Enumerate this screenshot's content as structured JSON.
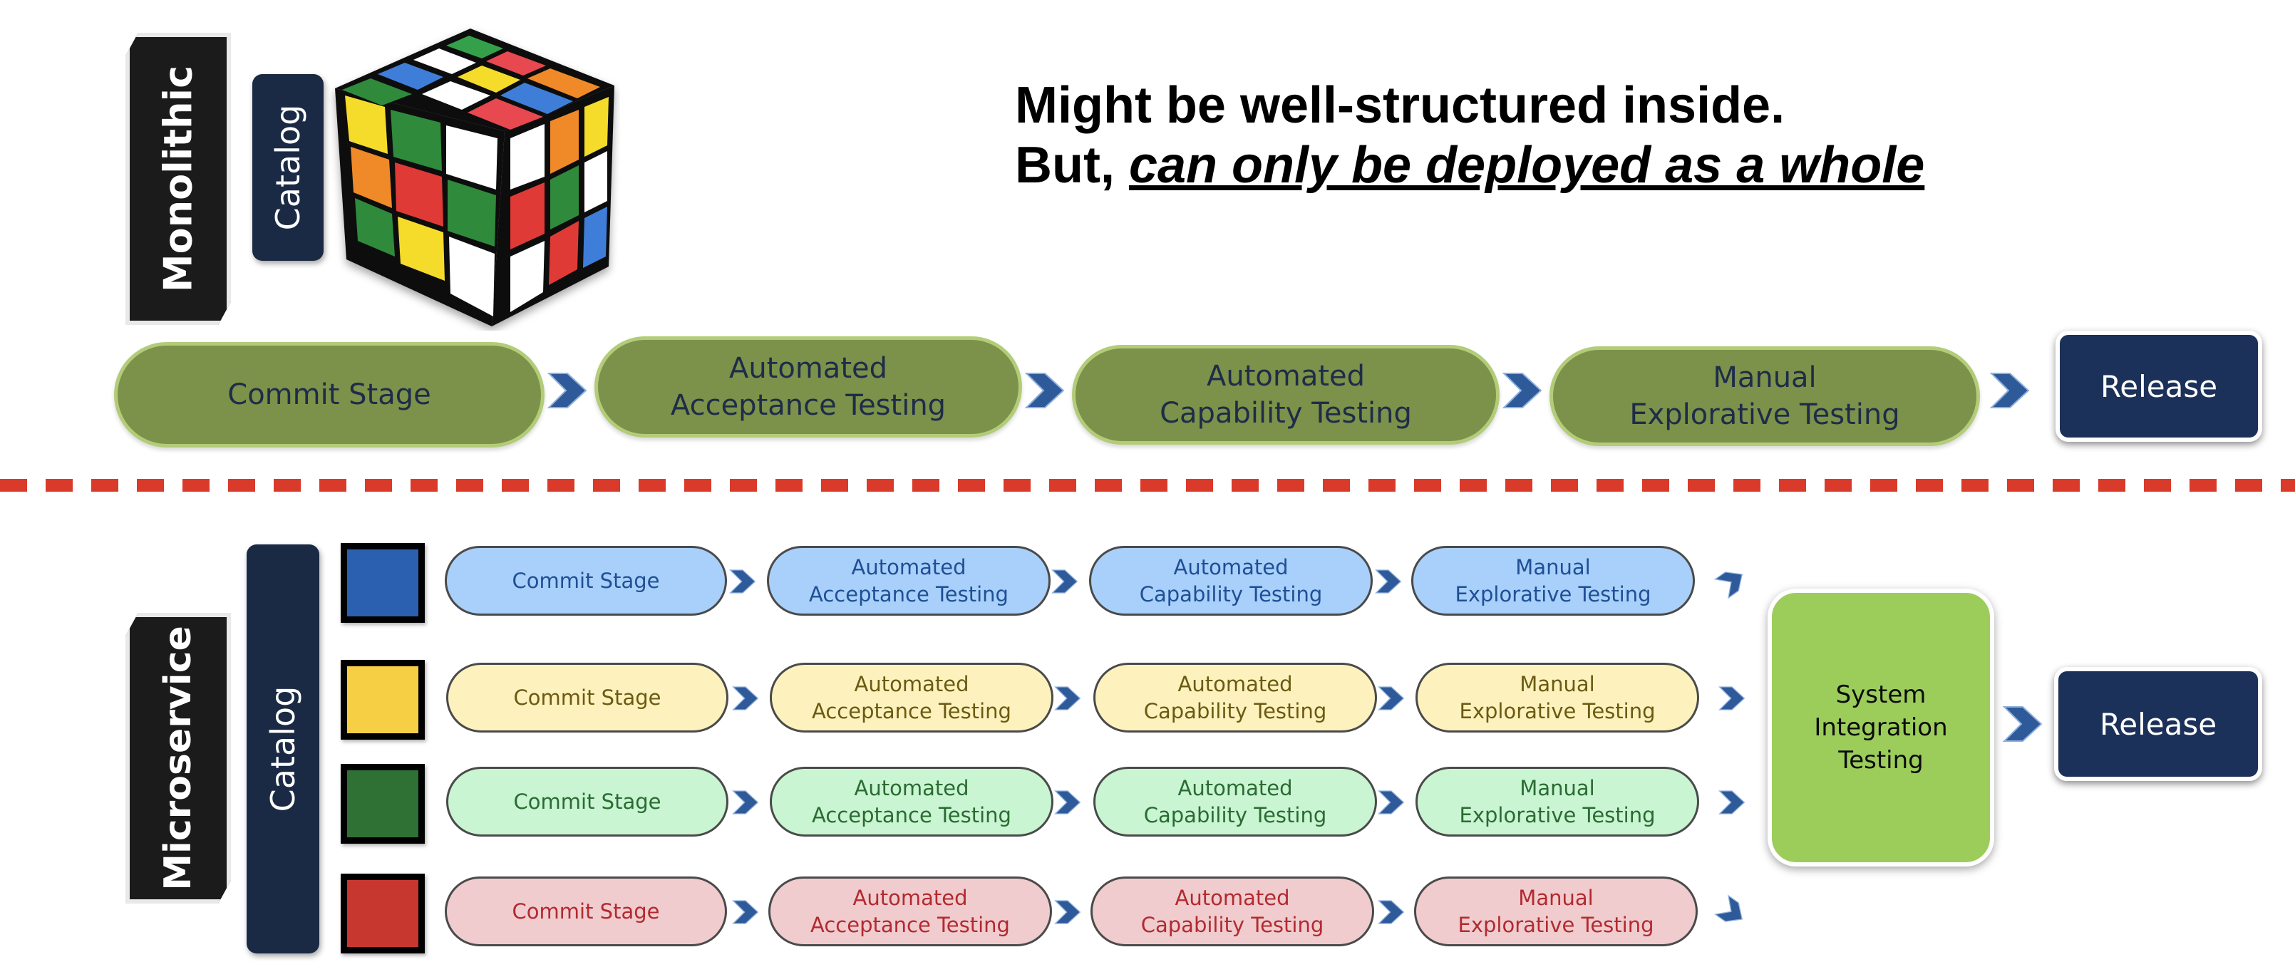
{
  "monolithic": {
    "label": "Monolithic",
    "catalog_label": "Catalog",
    "headline_line1": "Might be well-structured inside.",
    "headline_line2_prefix": "But, ",
    "headline_line2_emphasis": "can only be deployed as a whole",
    "stages": [
      {
        "label": "Commit Stage"
      },
      {
        "label": "Automated\nAcceptance Testing"
      },
      {
        "label": "Automated\nCapability Testing"
      },
      {
        "label": "Manual\nExplorative Testing"
      }
    ],
    "release_label": "Release"
  },
  "microservice": {
    "label": "Microservice",
    "catalog_label": "Catalog",
    "pipelines": [
      {
        "color": "#2b5fb0",
        "fill": "#a8d0fa",
        "text": "#1f4f95",
        "stages": [
          "Commit Stage",
          "Automated\nAcceptance Testing",
          "Automated\nCapability Testing",
          "Manual\nExplorative Testing"
        ]
      },
      {
        "color": "#f6cf45",
        "fill": "#fdf2bd",
        "text": "#6b5a12",
        "stages": [
          "Commit Stage",
          "Automated\nAcceptance Testing",
          "Automated\nCapability Testing",
          "Manual\nExplorative Testing"
        ]
      },
      {
        "color": "#2f7134",
        "fill": "#c9f5d2",
        "text": "#2b6b33",
        "stages": [
          "Commit Stage",
          "Automated\nAcceptance Testing",
          "Automated\nCapability Testing",
          "Manual\nExplorative Testing"
        ]
      },
      {
        "color": "#c7372f",
        "fill": "#f0cccf",
        "text": "#b22a2f",
        "stages": [
          "Commit Stage",
          "Automated\nAcceptance Testing",
          "Automated\nCapability Testing",
          "Manual\nExplorative Testing"
        ]
      }
    ],
    "integration_label": "System\nIntegration\nTesting",
    "release_label": "Release"
  },
  "colors": {
    "divider": "#d93a2a",
    "big_stage_fill": "#7c914a",
    "release_fill": "#1b3159",
    "integration_fill": "#9ccd5b",
    "arrow": "#2e5a9a"
  },
  "icons": [
    "rubiks-cube-icon",
    "chevron-arrow-icon"
  ]
}
